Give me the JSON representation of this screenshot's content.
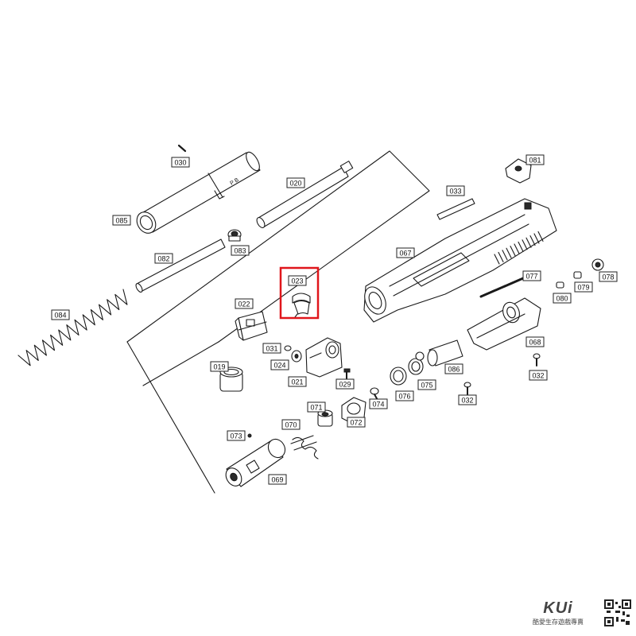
{
  "diagram": {
    "parts": [
      {
        "id": "030",
        "label": "030"
      },
      {
        "id": "085",
        "label": "085"
      },
      {
        "id": "020",
        "label": "020"
      },
      {
        "id": "083",
        "label": "083"
      },
      {
        "id": "082",
        "label": "082"
      },
      {
        "id": "084",
        "label": "084"
      },
      {
        "id": "023",
        "label": "023"
      },
      {
        "id": "022",
        "label": "022"
      },
      {
        "id": "031",
        "label": "031"
      },
      {
        "id": "024",
        "label": "024"
      },
      {
        "id": "019",
        "label": "019"
      },
      {
        "id": "021",
        "label": "021"
      },
      {
        "id": "029",
        "label": "029"
      },
      {
        "id": "071",
        "label": "071"
      },
      {
        "id": "070",
        "label": "070"
      },
      {
        "id": "072",
        "label": "072"
      },
      {
        "id": "073",
        "label": "073"
      },
      {
        "id": "069",
        "label": "069"
      },
      {
        "id": "074",
        "label": "074"
      },
      {
        "id": "076",
        "label": "076"
      },
      {
        "id": "075",
        "label": "075"
      },
      {
        "id": "086",
        "label": "086"
      },
      {
        "id": "032a",
        "label": "032"
      },
      {
        "id": "032b",
        "label": "032"
      },
      {
        "id": "081",
        "label": "081"
      },
      {
        "id": "033",
        "label": "033"
      },
      {
        "id": "067",
        "label": "067"
      },
      {
        "id": "077",
        "label": "077"
      },
      {
        "id": "080",
        "label": "080"
      },
      {
        "id": "079",
        "label": "079"
      },
      {
        "id": "078",
        "label": "078"
      },
      {
        "id": "068",
        "label": "068"
      }
    ],
    "highlighted_part": "023",
    "highlight_color": "#e0161b",
    "slide_marking": "P B"
  },
  "branding": {
    "logo_text": "KUi",
    "tagline": "酷愛生存遊戲專賣",
    "qr_icon": "qr-code-icon"
  }
}
